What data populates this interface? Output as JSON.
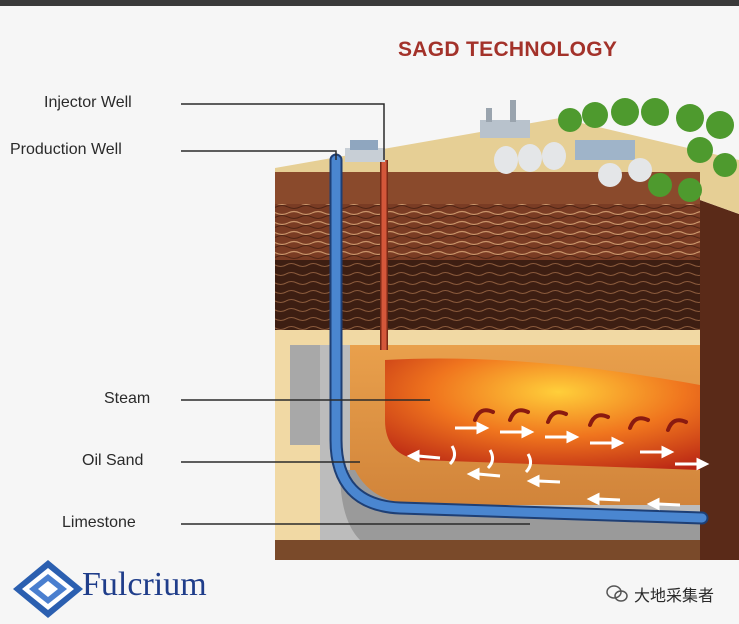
{
  "title": "SAGD TECHNOLOGY",
  "labels": {
    "injector_well": "Injector Well",
    "production_well": "Production Well",
    "steam": "Steam",
    "oil_sand": "Oil Sand",
    "limestone": "Limestone"
  },
  "logo": {
    "text": "Fulcrium",
    "color": "#1f3d8a"
  },
  "watermark": {
    "text": "大地采集者",
    "icon": "wechat-icon"
  },
  "colors": {
    "title": "#a3322a",
    "production_pipe": "#3f78c4",
    "injector_pipe": "#cf4a2e",
    "steam_chamber": "#e2592a",
    "flow_arrows": "#ffffff"
  }
}
